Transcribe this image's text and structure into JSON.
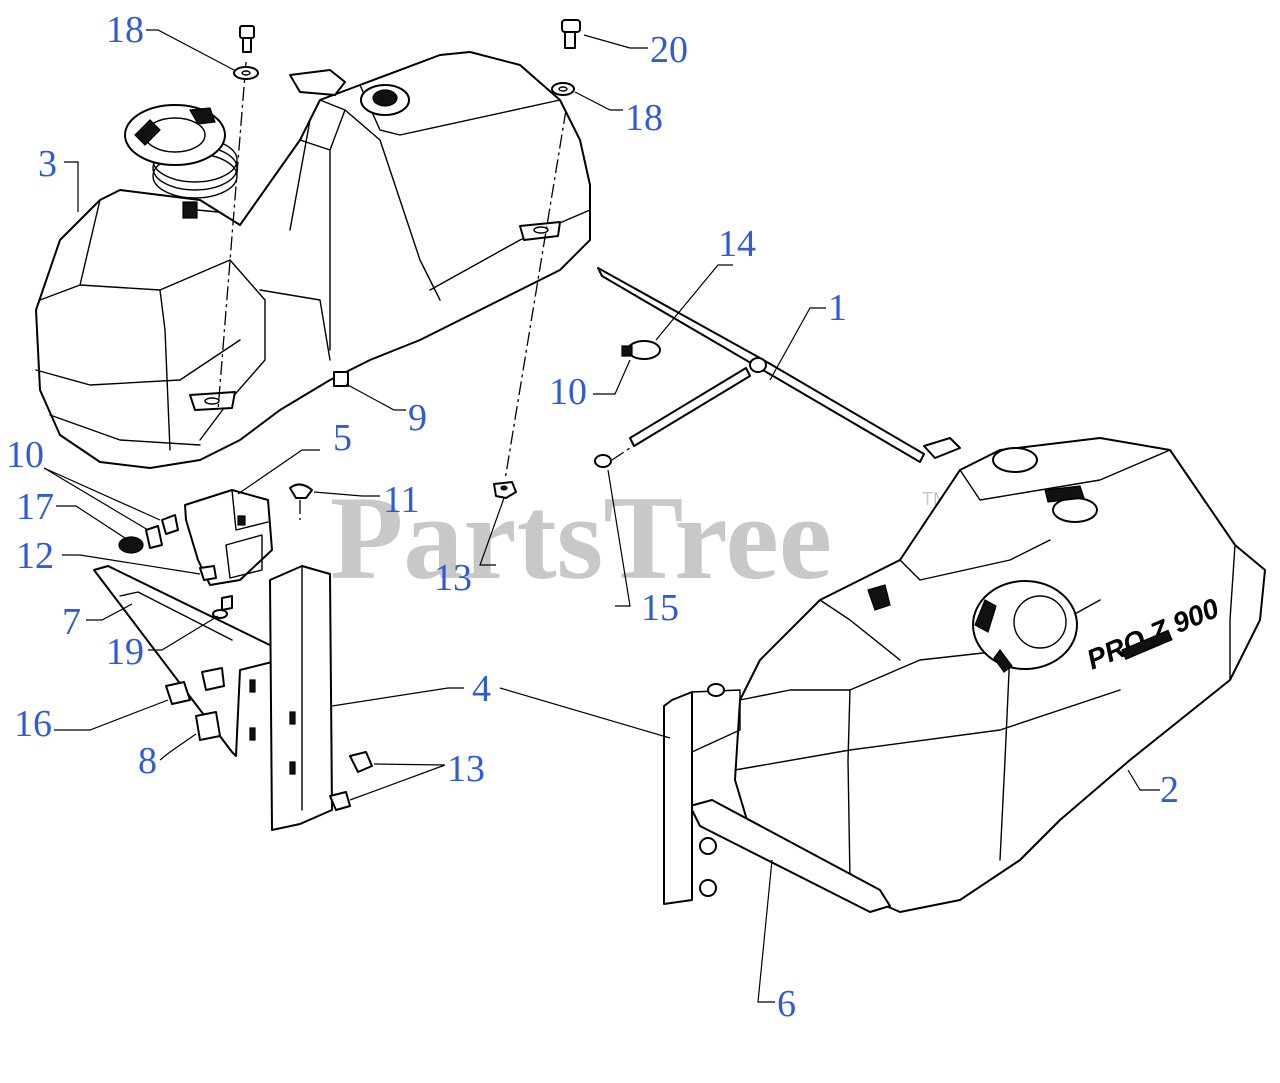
{
  "colors": {
    "callout_text": "#2f5bd9",
    "linework": "#000000",
    "watermark": "#c8c8c8",
    "background": "#ffffff"
  },
  "watermark": {
    "text": "PartsTree",
    "tm": "TM"
  },
  "tank_emboss": "PRO Z 900",
  "callouts": [
    {
      "id": "c18a",
      "label": "18"
    },
    {
      "id": "c20",
      "label": "20"
    },
    {
      "id": "c18b",
      "label": "18"
    },
    {
      "id": "c3",
      "label": "3"
    },
    {
      "id": "c14",
      "label": "14"
    },
    {
      "id": "c1",
      "label": "1"
    },
    {
      "id": "c10a",
      "label": "10"
    },
    {
      "id": "c9",
      "label": "9"
    },
    {
      "id": "c5",
      "label": "5"
    },
    {
      "id": "c10b",
      "label": "10"
    },
    {
      "id": "c11",
      "label": "11"
    },
    {
      "id": "c17",
      "label": "17"
    },
    {
      "id": "c13a",
      "label": "13"
    },
    {
      "id": "c12",
      "label": "12"
    },
    {
      "id": "c15",
      "label": "15"
    },
    {
      "id": "c7",
      "label": "7"
    },
    {
      "id": "c19",
      "label": "19"
    },
    {
      "id": "c4",
      "label": "4"
    },
    {
      "id": "c16",
      "label": "16"
    },
    {
      "id": "c8",
      "label": "8"
    },
    {
      "id": "c13b",
      "label": "13"
    },
    {
      "id": "c2",
      "label": "2"
    },
    {
      "id": "c6",
      "label": "6"
    }
  ]
}
